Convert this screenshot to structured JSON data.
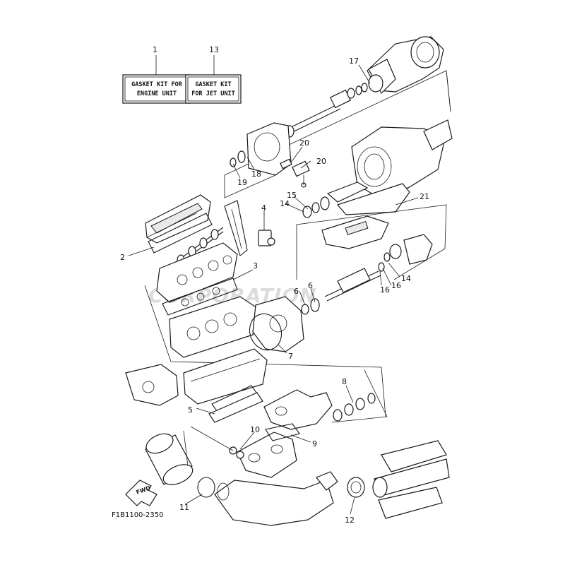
{
  "labels": {
    "kit_engine_line1": "GASKET KIT FOR",
    "kit_engine_line2": "ENGINE UNIT",
    "kit_jet_line1": "GASKET KIT",
    "kit_jet_line2": "FOR JET UNIT",
    "diagram_code": "F1B1100-2350",
    "fwd": "FWD",
    "watermark": "CORPORATION"
  },
  "callouts": [
    {
      "id": "c1",
      "text": "1"
    },
    {
      "id": "c13",
      "text": "13"
    },
    {
      "id": "c17",
      "text": "17"
    },
    {
      "id": "c20a",
      "text": "20"
    },
    {
      "id": "c20b",
      "text": "20"
    },
    {
      "id": "c18",
      "text": "18"
    },
    {
      "id": "c19",
      "text": "19"
    },
    {
      "id": "c15",
      "text": "15"
    },
    {
      "id": "c14a",
      "text": "14"
    },
    {
      "id": "c21",
      "text": "21"
    },
    {
      "id": "c4",
      "text": "4"
    },
    {
      "id": "c2",
      "text": "2"
    },
    {
      "id": "c3",
      "text": "3"
    },
    {
      "id": "c14b",
      "text": "14"
    },
    {
      "id": "c16a",
      "text": "16"
    },
    {
      "id": "c16b",
      "text": "16"
    },
    {
      "id": "c6a",
      "text": "6"
    },
    {
      "id": "c6b",
      "text": "6"
    },
    {
      "id": "c7",
      "text": "7"
    },
    {
      "id": "c8",
      "text": "8"
    },
    {
      "id": "c5",
      "text": "5"
    },
    {
      "id": "c10",
      "text": "10"
    },
    {
      "id": "c9",
      "text": "9"
    },
    {
      "id": "c11",
      "text": "11"
    },
    {
      "id": "c12",
      "text": "12"
    }
  ]
}
